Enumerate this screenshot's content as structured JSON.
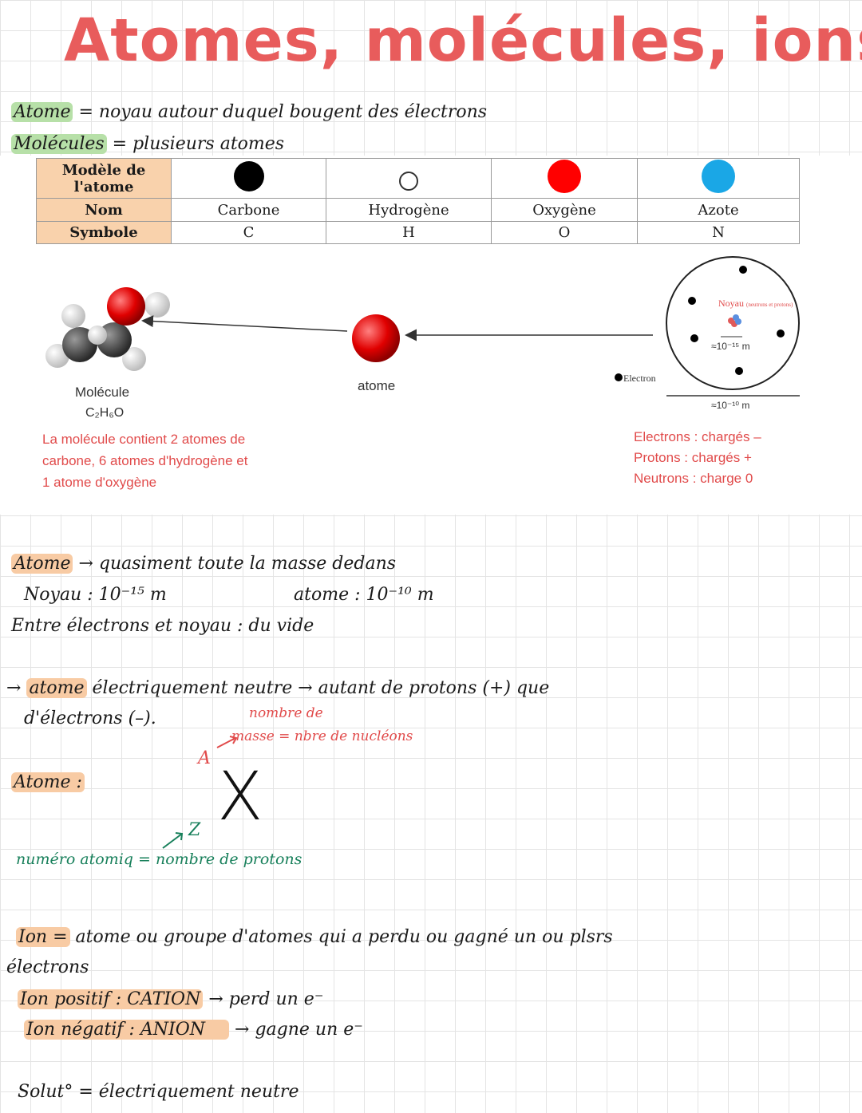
{
  "title": "Atomes, molécules, ions",
  "definitions": {
    "atome_term": "Atome",
    "atome_def": "= noyau autour duquel bougent des électrons",
    "molecule_term": "Molécules",
    "molecule_def": "= plusieurs atomes"
  },
  "table": {
    "row_headers": [
      "Modèle de l'atome",
      "Nom",
      "Symbole"
    ],
    "elements": [
      {
        "name": "Carbone",
        "symbol": "C",
        "color": "#000000"
      },
      {
        "name": "Hydrogène",
        "symbol": "H",
        "color": "#ffffff"
      },
      {
        "name": "Oxygène",
        "symbol": "O",
        "color": "#ff0000"
      },
      {
        "name": "Azote",
        "symbol": "N",
        "color": "#1aa7e6"
      }
    ]
  },
  "figure": {
    "molecule_label": "Molécule",
    "molecule_formula": "C₂H₆O",
    "molecule_note": [
      "La molécule contient 2 atomes de",
      "carbone, 6 atomes d'hydrogène et",
      "1 atome d'oxygène"
    ],
    "atome_label": "atome",
    "noyau_label": "Noyau",
    "noyau_sub": "(neutrons et protons)",
    "noyau_size": "≈10⁻¹⁵ m",
    "electron_label": "Electron",
    "atom_size": "≈10⁻¹⁰ m",
    "charges": [
      "Electrons : chargés –",
      "Protons : chargés +",
      "Neutrons : charge 0"
    ]
  },
  "notes": {
    "line1_term": "Atome",
    "line1_rest": "→ quasiment toute la masse dedans",
    "line2_a": "Noyau : 10⁻¹⁵ m",
    "line2_b": "atome : 10⁻¹⁰ m",
    "line3": "Entre électrons et noyau : du vide",
    "line4_prefix": "→",
    "line4_term": "atome",
    "line4_rest": "électriquement neutre → autant de protons (+) que",
    "line5": "d'électrons (–).",
    "mass_label_1": "nombre de",
    "mass_label_2": "masse = nbre de nucléons",
    "atome_label": "Atome :",
    "a_letter": "A",
    "x_letter": "X",
    "z_letter": "Z",
    "atomic_number": "numéro atomiq = nombre de protons",
    "ion_term": "Ion =",
    "ion_def": "atome ou groupe d'atomes qui a perdu ou gagné un ou plsrs",
    "ion_def2": "électrons",
    "cation_term": "Ion positif : CATION",
    "cation_rest": "→ perd un e⁻",
    "anion_term": "Ion négatif : ANION",
    "anion_rest": "→ gagne un e⁻",
    "solution": "Solut° = électriquement neutre"
  }
}
